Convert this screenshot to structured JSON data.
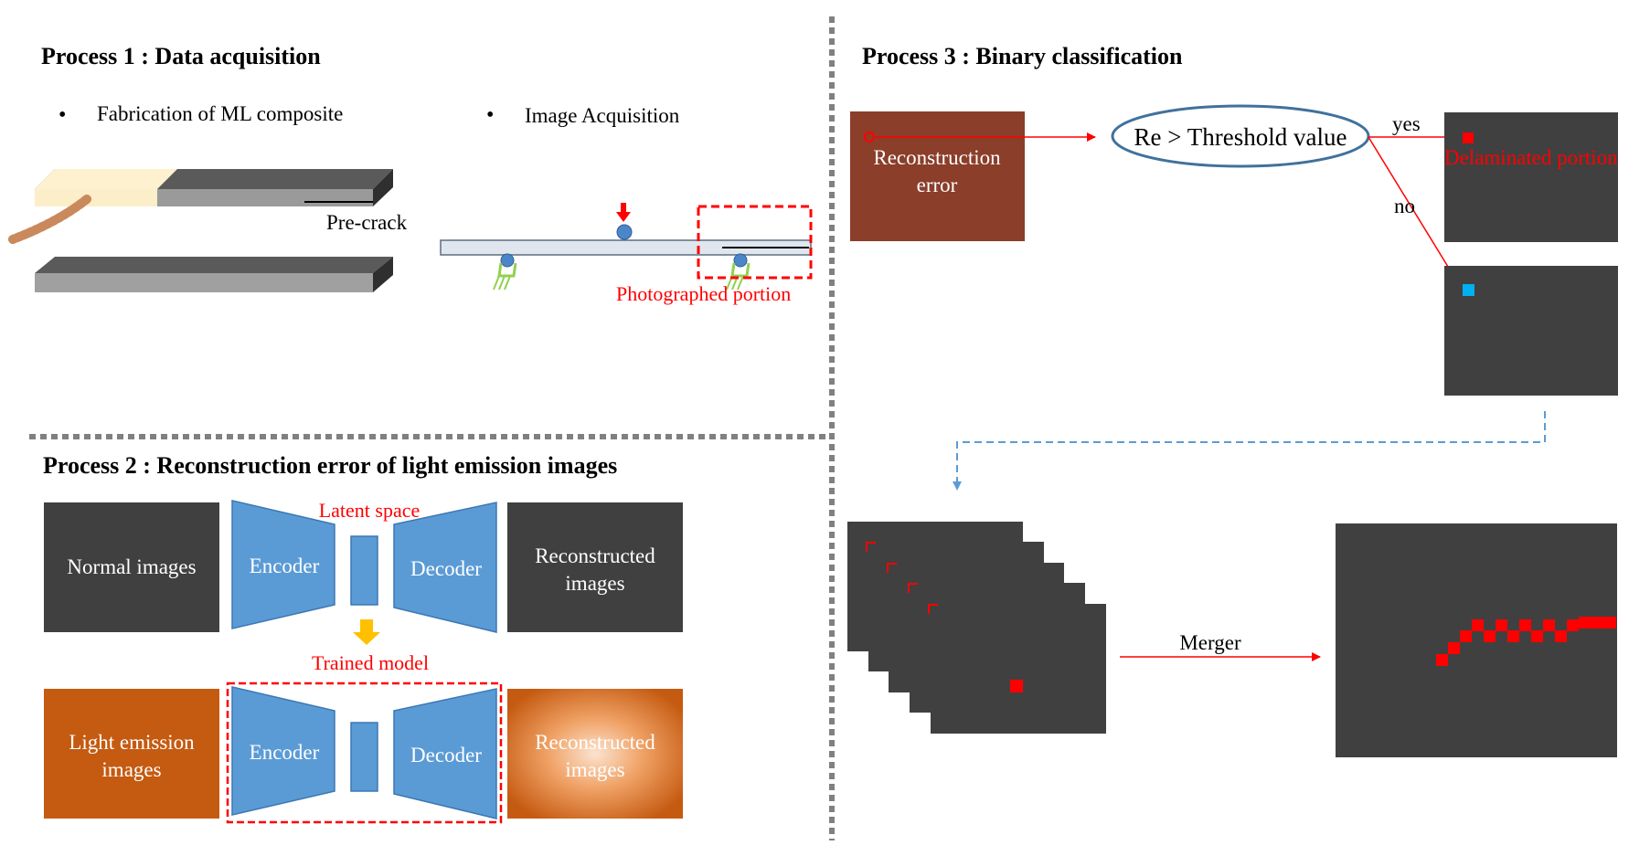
{
  "process1": {
    "title": "Process 1 : Data acquisition",
    "bullet1": "Fabrication of ML composite",
    "bullet2": "Image Acquisition",
    "precrack_label": "Pre-crack",
    "photographed_label": "Photographed portion"
  },
  "process2": {
    "title": "Process 2 : Reconstruction error of light emission images",
    "normal_images": "Normal images",
    "encoder": "Encoder",
    "decoder": "Decoder",
    "latent_space": "Latent space",
    "trained_model": "Trained model",
    "reconstructed_line1": "Reconstructed",
    "reconstructed_line2": "images",
    "light_line1": "Light emission",
    "light_line2": "images"
  },
  "process3": {
    "title": "Process 3 : Binary classification",
    "recon_error_line1": "Reconstruction",
    "recon_error_line2": "error",
    "condition": "Re > Threshold value",
    "yes": "yes",
    "no": "no",
    "delaminated": "Delaminated portion",
    "merger": "Merger"
  },
  "colors": {
    "dark_panel": "#404040",
    "brown_box": "#8b3e2a",
    "orange_box": "#c55a11",
    "blue_shape": "#5b9bd5",
    "red": "#ff0000",
    "gold_arrow": "#ffc000",
    "cyan_marker": "#00b0f0",
    "divider": "#808080"
  }
}
